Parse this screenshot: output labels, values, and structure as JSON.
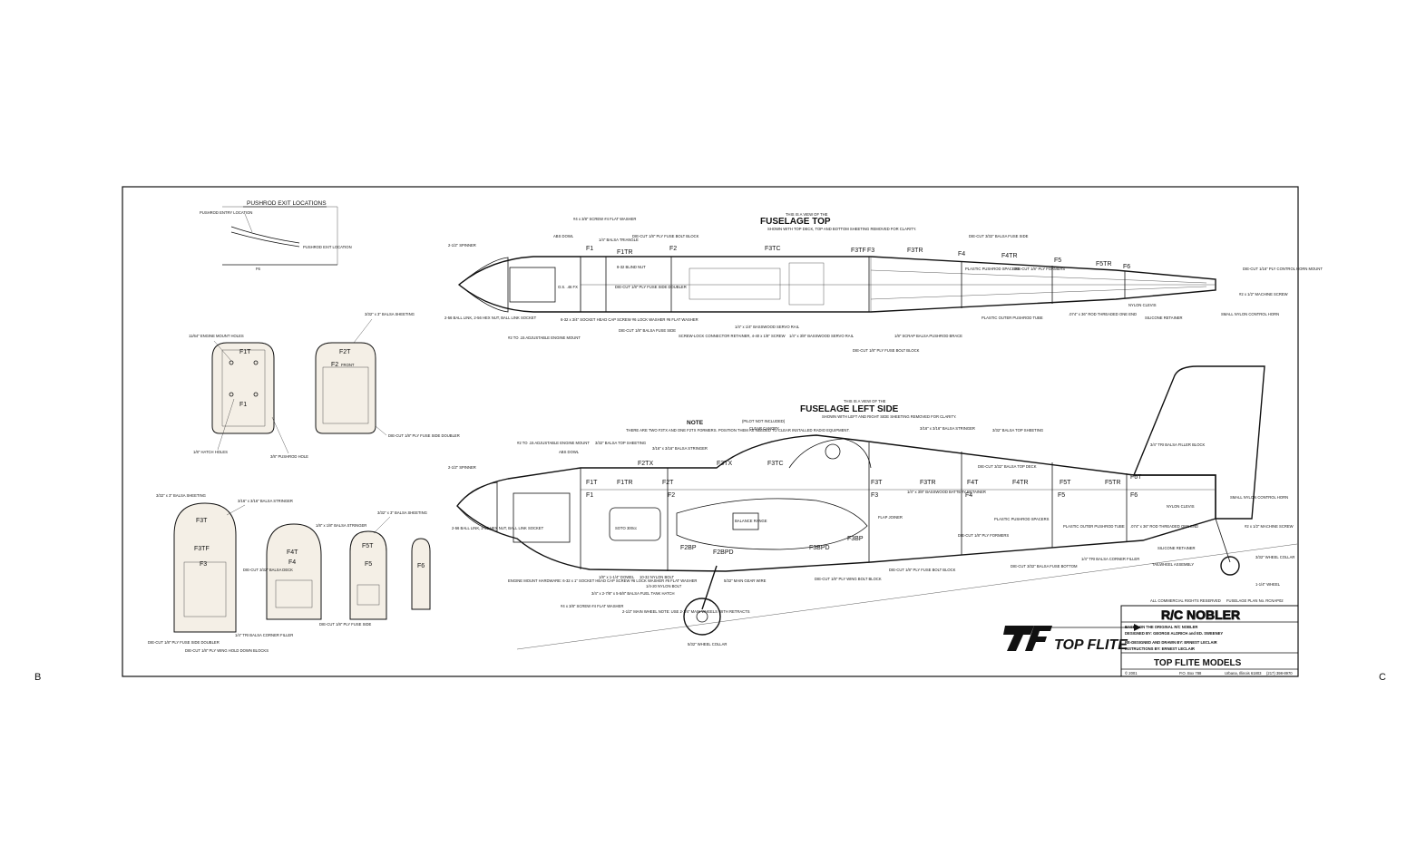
{
  "sheet_marks": {
    "left": "B",
    "right": "C"
  },
  "pushrod_exit": {
    "title": "PUSHROD EXIT LOCATIONS",
    "entry": "PUSHROD ENTRY LOCATION",
    "exit": "PUSHROD EXIT LOCATION",
    "former": "F6"
  },
  "top_view": {
    "heading_note": "THIS IS A VIEW OF THE",
    "title": "FUSELAGE TOP",
    "subtitle": "SHOWN WITH TOP DECK, TOP AND BOTTOM SHEETING REMOVED FOR CLARITY.",
    "formers": [
      "F1",
      "F1TR",
      "F2",
      "F3TC",
      "F3TF",
      "F3",
      "F3TR",
      "F4",
      "F4TR",
      "F5",
      "F5TR",
      "F6"
    ],
    "callouts": [
      "2-1/2\" SPINNER",
      "ABS DOWL",
      "#4 x 3/8\" SCREW #4 FLAT WASHER",
      "1/4\" BALSA TRIANGLE",
      "DIE-CUT 1/8\" PLY FUSE BOLT BLOCK",
      "8-32 BLIND NUT",
      "DIE-CUT 1/8\" PLY FUSE SIDE DOUBLER",
      "O.S. .46 FX",
      "2-56 BALL LINK, 2-56 HEX NUT, BALL LINK SOCKET",
      "#2 TO .15 ADJUSTABLE ENGINE MOUNT",
      "6-32 x 3/4\" SOCKET HEAD CAP SCREW #6 LOCK WASHER #6 FLAT WASHER",
      "DIE-CUT 1/8\" BALSA FUSE SIDE",
      "SCREW-LOCK CONNECTOR RETAINER, 4-40 x 1/8\" SCREW",
      "1/4\" x 1/4\" BASSWOOD SERVO RAIL",
      "1/4\" x 3/8\" BASSWOOD SERVO RAIL",
      "1/8\" SCRAP BALSA PUSHROD BRACE",
      "DIE-CUT 1/8\" PLY FUSE BOLT BLOCK",
      "DIE-CUT 3/32\" BALSA FUSE SIDE",
      "PLASTIC PUSHROD SPACERS",
      "DIE-CUT 1/8\" PLY FORMERS",
      "PLASTIC OUTER PUSHROD TUBE",
      ".074\" x 36\" ROD THREADED ONE END",
      "NYLON CLEVIS",
      "SILICONE RETAINER",
      "DIE-CUT 1/16\" PLY CONTROL HORN MOUNT",
      "#2 x 1/2\" MACHINE SCREW",
      "SMALL NYLON CONTROL HORN"
    ]
  },
  "front_formers": {
    "labels": [
      "F1T",
      "F1",
      "F2T",
      "F2",
      "FRONT"
    ],
    "callouts": [
      "3/32\" x 3\" BALSA SHEETING",
      "11/64\" ENGINE MOUNT HOLES",
      "1/8\" HATCH HOLES",
      "3/8\" PUSHROD HOLE",
      "DIE-CUT 1/8\" PLY FUSE SIDE DOUBLER"
    ]
  },
  "rear_formers": {
    "labels": [
      "F3T",
      "F3TF",
      "F3",
      "F4T",
      "F4",
      "F5T",
      "F5",
      "F6"
    ],
    "callouts": [
      "3/32\" x 3\" BALSA SHEETING",
      "3/16\" x 3/16\" BALSA STRINGER",
      "1/8\" x 1/8\" BALSA STRINGER",
      "3/32\" x 3\" BALSA SHEETING",
      "DIE-CUT 3/32\" BALSA DECK",
      "DIE-CUT 1/8\" PLY FUSE SIDE",
      "1/4\" TRI BALSA CORNER FILLER",
      "DIE-CUT 1/8\" PLY FUSE SIDE DOUBLER",
      "DIE-CUT 1/8\" PLY WING HOLD DOWN BLOCKS"
    ]
  },
  "side_view": {
    "heading_note": "THIS IS A VIEW OF THE",
    "title": "FUSELAGE LEFT SIDE",
    "subtitle": "SHOWN WITH LEFT AND RIGHT SIDE SHEETING REMOVED FOR CLARITY.",
    "note_title": "NOTE",
    "note_text": "THERE ARE TWO F3TX AND ONE F2TX FORMERS. POSITION THEM AS NEEDED TO CLEAR INSTALLED RADIO EQUIPMENT.",
    "pilot": "(PILOT NOT INCLUDED)",
    "canopy": "CLEAR CANOPY",
    "formers": [
      "F1T",
      "F1TR",
      "F2T",
      "F2TX",
      "F3TX",
      "F3TC",
      "F3T",
      "F3TR",
      "F4T",
      "F4TR",
      "F5T",
      "F5TR",
      "F6T",
      "F1",
      "F2",
      "F3",
      "F4",
      "F5",
      "F6",
      "F2BP",
      "F2BPD",
      "F3BPD",
      "F3BP"
    ],
    "fuel_tank": "SOTO 300cc",
    "balance_range": "BALANCE RANGE",
    "callouts": [
      "2-1/2\" SPINNER",
      "#2 TO .15 ADJUSTABLE ENGINE MOUNT",
      "ABS DOWL",
      "3/32\" BALSA TOP SHEETING",
      "3/16\" x 3/16\" BALSA STRINGER",
      "2-56 BALL LINK, 2-56 HEX NUT, BALL LINK SOCKET",
      "ENGINE MOUNT HARDWARE: 6-32 x 1\" SOCKET HEAD CAP SCREW #6 LOCK WASHER #6 FLAT WASHER",
      "#4 x 3/8\" SCREW #4 FLAT WASHER",
      "1/8\" x 1-1/4\" DOWEL",
      "10-32 NYLON BOLT",
      "1/4-20 NYLON BOLT",
      "3/4\" x 2-7/8\" x 5-5/8\" BALSA FUEL TANK HATCH",
      "2-1/2\" MAIN WHEEL NOTE: USE 2-1/4\" MAIN WHEELS WITH RETRACTS",
      "5/32\" WHEEL COLLAR",
      "5/32\" MAIN GEAR WIRE",
      "DIE-CUT 1/8\" PLY WING BOLT BLOCK",
      "DIE-CUT 1/8\" PLY FUSE BOLT BLOCK",
      "1/4\" x 3/8\" BASSWOOD BATTERY RETAINER",
      "FLAP JOINER",
      "3/16\" x 3/16\" BALSA STRINGER",
      "3/32\" BALSA TOP SHEETING",
      "DIE-CUT 3/32\" BALSA TOP DECK",
      "PLASTIC PUSHROD SPACERS",
      "DIE-CUT 1/8\" PLY FORMERS",
      "PLASTIC OUTER PUSHROD TUBE",
      "DIE-CUT 3/32\" BALSA FUSE BOTTOM",
      "1/4\" TRI BALSA CORNER FILLER",
      "3/4\" TRI BALSA FILLER BLOCK",
      "SMALL NYLON CONTROL HORN",
      "NYLON CLEVIS",
      ".074\" x 36\" ROD THREADED ONE END",
      "SILICONE RETAINER",
      "#2 x 1/2\" MACHINE SCREW",
      "TAILWHEEL ASSEMBLY",
      "3/32\" WHEEL COLLAR",
      "1-1/4\" WHEEL"
    ]
  },
  "title_block": {
    "rights": "ALL COMMERCIAL RIGHTS RESERVED",
    "plan_no": "FUSELAGE PLAN No. RCNAP02",
    "model_name": "R/C NOBLER",
    "based_on": "BASED ON THE ORIGINAL R/C NOBLER",
    "designed_by": "DESIGNED BY: GEORGE ALDRICH and ED. SWEENEY",
    "redesigned_by": "RE-DESIGNED AND DRAWN BY: ERNEST LECLAIR",
    "instructions_by": "INSTRUCTIONS BY: ERNEST LECLAIR",
    "company": "TOP FLITE MODELS",
    "copyright": "© 2001",
    "po_box": "P.O. Box 788",
    "city": "Urbana, Illinois 61803",
    "phone": "(217) 398-8970",
    "logo_text": "TOP FLITE"
  }
}
